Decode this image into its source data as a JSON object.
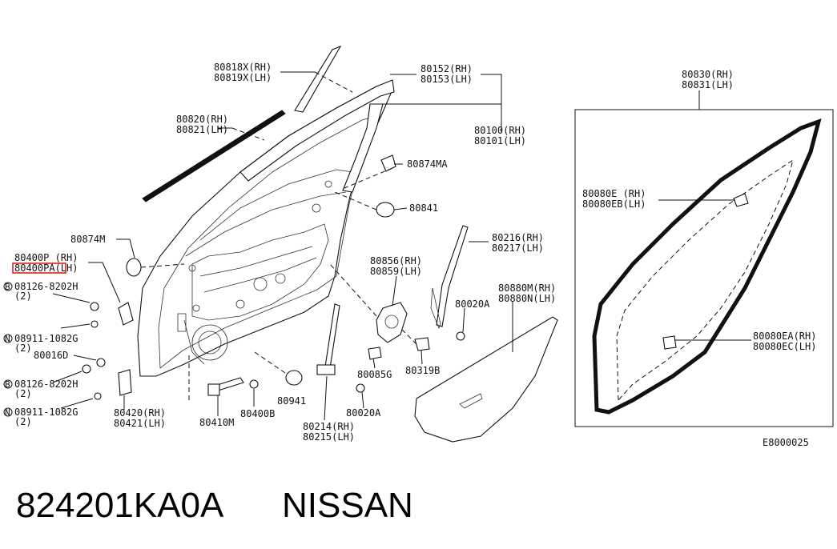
{
  "diagram": {
    "code": "E8000025",
    "callouts": {
      "c80818": [
        "80818X(RH)",
        "80819X(LH)"
      ],
      "c80152": [
        "80152(RH)",
        "80153(LH)"
      ],
      "c80820": [
        "80820(RH)",
        "80821(LH)"
      ],
      "c80100": [
        "80100(RH)",
        "80101(LH)"
      ],
      "c80874ma": "80874MA",
      "c80841": "80841",
      "c80874m": "80874M",
      "c80400p": [
        "80400P (RH)",
        "80400PA(LH)"
      ],
      "c08126a": [
        "08126-8202H",
        "(2)"
      ],
      "c08911a": [
        "08911-1082G",
        "(2)"
      ],
      "c80016d": "80016D",
      "c08126b": [
        "08126-8202H",
        "(2)"
      ],
      "c08911b": [
        "08911-1082G",
        "(2)"
      ],
      "c80420": [
        "80420(RH)",
        "80421(LH)"
      ],
      "c80410m": "80410M",
      "c80400b": "80400B",
      "c80941": "80941",
      "c80214": [
        "80214(RH)",
        "80215(LH)"
      ],
      "c80020a1": "80020A",
      "c80020a2": "80020A",
      "c80856": [
        "80856(RH)",
        "80859(LH)"
      ],
      "c80085g": "80085G",
      "c80319b": "80319B",
      "c80216": [
        "80216(RH)",
        "80217(LH)"
      ],
      "c80880": [
        "80880M(RH)",
        "80880N(LH)"
      ],
      "c80830": [
        "80830(RH)",
        "80831(LH)"
      ],
      "c80080e": [
        "80080E (RH)",
        "80080EB(LH)"
      ],
      "c80080ea": [
        "80080EA(RH)",
        "80080EC(LH)"
      ]
    },
    "bolt_prefix": "B",
    "nut_prefix": "N",
    "highlight_color": "#e0201a"
  },
  "caption": {
    "part_number": "824201KA0A",
    "brand": "NISSAN"
  }
}
